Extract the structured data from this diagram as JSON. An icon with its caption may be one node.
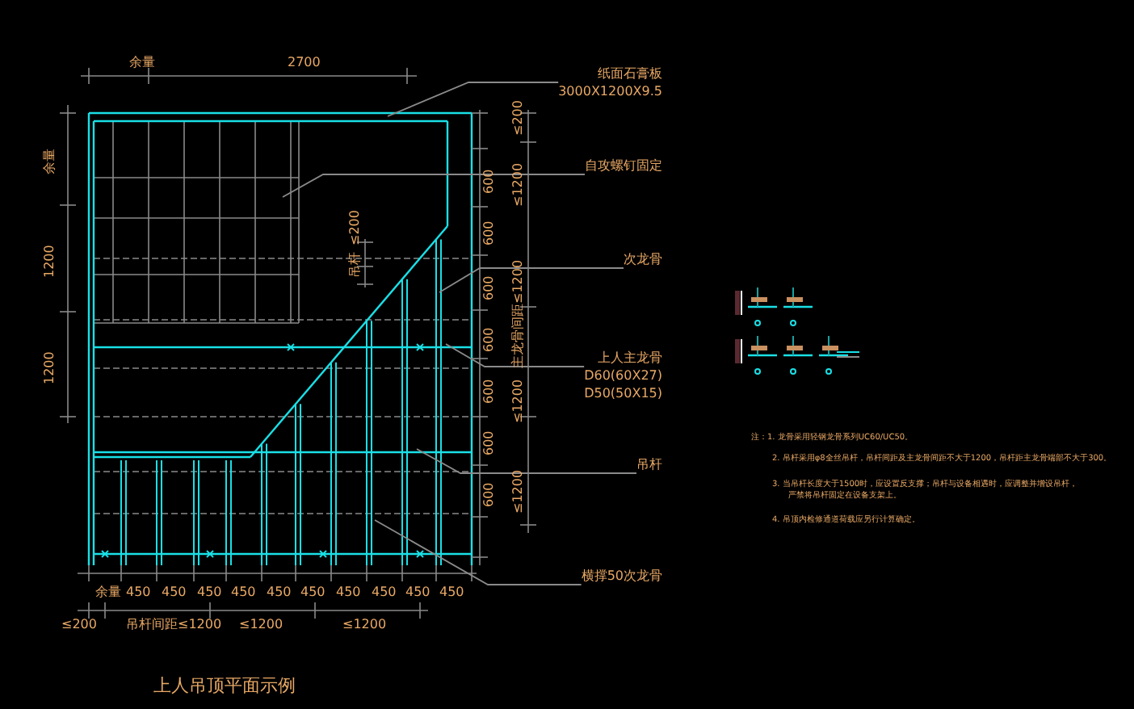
{
  "diagram": {
    "caption": "上人吊顶平面示例",
    "nodes": [
      {
        "text": [
          "纸面石膏板",
          "3000X1200X9.5"
        ]
      },
      {
        "text": [
          "自攻螺钉固定"
        ]
      },
      {
        "text": [
          "次龙骨"
        ]
      },
      {
        "text": [
          "上人主龙骨",
          "D60(60X27)",
          "D50(50X15)"
        ]
      },
      {
        "text": [
          "吊杆"
        ]
      },
      {
        "text": [
          "横撑50次龙骨"
        ]
      }
    ],
    "edges": [
      {
        "from": 0,
        "to": null,
        "arrow": "none"
      },
      {
        "from": 1,
        "to": null,
        "arrow": "none"
      },
      {
        "from": 2,
        "to": null,
        "arrow": "none"
      },
      {
        "from": 3,
        "to": null,
        "arrow": "none"
      },
      {
        "from": 4,
        "to": null,
        "arrow": "none"
      },
      {
        "from": 5,
        "to": null,
        "arrow": "none"
      }
    ],
    "labels": [
      "余量",
      "2700",
      "余量",
      "1200",
      "1200",
      "≤200",
      "600",
      "≤1200",
      "600",
      "600",
      "主龙骨间距≤1200",
      "600",
      "600",
      "≤1200",
      "600",
      "600",
      "≤1200",
      "≤200",
      "吊杆",
      "余量",
      "450",
      "450",
      "450",
      "450",
      "450",
      "450",
      "450",
      "450",
      "450",
      "450",
      "≤200",
      "吊杆间距≤1200",
      "≤1200",
      "≤1200",
      "注：1. 龙骨采用轻钢龙骨系列UC60/UC50。",
      "2. 吊杆采用φ8全丝吊杆，吊杆间距及主龙骨间距不大于1200，吊杆距主龙骨端部不大于300。",
      "3. 当吊杆长度大于1500时，应设置反支撑；吊杆与设备相遇时，应调整并增设吊杆，",
      "严禁将吊杆固定在设备支架上。",
      "4. 吊顶内检修通道荷载应另行计算确定。"
    ]
  }
}
